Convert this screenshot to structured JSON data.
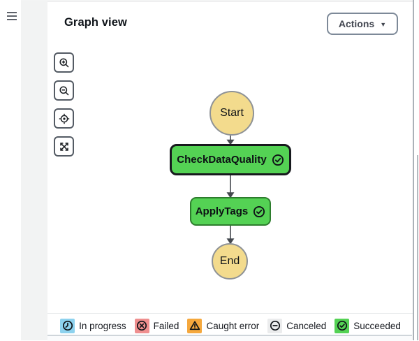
{
  "header": {
    "title": "Graph view",
    "actions": {
      "label": "Actions",
      "caret": "▼"
    }
  },
  "toolbar": {
    "buttons": [
      "zoom-in",
      "zoom-out",
      "center-view",
      "fit-view"
    ]
  },
  "graph": {
    "nodes": [
      {
        "id": "start",
        "label": "Start",
        "kind": "terminal",
        "fill": "#f3db8d",
        "border": "#8e9296"
      },
      {
        "id": "CheckDataQuality",
        "label": "CheckDataQuality",
        "kind": "state",
        "status": "succeeded",
        "selected": true,
        "fill": "#54d254",
        "border": "#17191d"
      },
      {
        "id": "ApplyTags",
        "label": "ApplyTags",
        "kind": "state",
        "status": "succeeded",
        "selected": false,
        "fill": "#54d254",
        "border": "#2d7d2d"
      },
      {
        "id": "end",
        "label": "End",
        "kind": "terminal",
        "fill": "#f3db8d",
        "border": "#8e9296"
      }
    ],
    "edges": [
      {
        "from": "start",
        "to": "CheckDataQuality"
      },
      {
        "from": "CheckDataQuality",
        "to": "ApplyTags"
      },
      {
        "from": "ApplyTags",
        "to": "end"
      }
    ]
  },
  "legend": {
    "items": [
      {
        "label": "In progress",
        "icon": "clock-icon",
        "color": "#8dd2ee"
      },
      {
        "label": "Failed",
        "icon": "circle-x-icon",
        "color": "#ef8f8f"
      },
      {
        "label": "Caught error",
        "icon": "triangle-warning-icon",
        "color": "#f5a83d"
      },
      {
        "label": "Canceled",
        "icon": "circle-minus-icon",
        "color": "#ebeced"
      },
      {
        "label": "Succeeded",
        "icon": "circle-check-icon",
        "color": "#54d254"
      }
    ]
  },
  "colors": {
    "succeeded_green": "#54d254",
    "terminal_yellow": "#f3db8d",
    "selected_border": "#17191d",
    "edge_gray": "#44484e",
    "gutter_gray": "#f2f3f3"
  }
}
